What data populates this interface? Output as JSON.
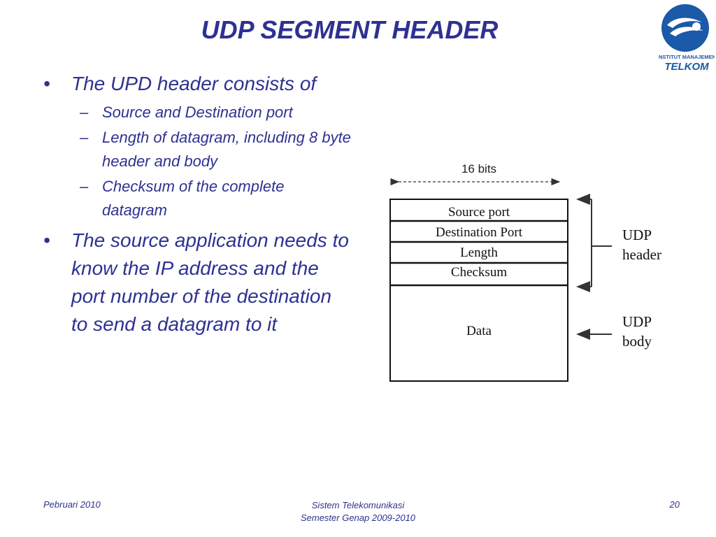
{
  "slide": {
    "title": "UDP SEGMENT HEADER",
    "logo": {
      "text_line1": "INSTITUT MANAJEMEN",
      "text_line2": "TELKOM",
      "color": "#1a5aa8"
    }
  },
  "bullets": [
    {
      "mark": "•",
      "text": "The UPD header consists of",
      "sub": [
        {
          "mark": "–",
          "text": "Source and Destination port"
        },
        {
          "mark": "–",
          "text": "Length of datagram, including 8 byte header and body"
        },
        {
          "mark": "–",
          "text": "Checksum of the complete datagram"
        }
      ]
    },
    {
      "mark": "•",
      "text": "The source application needs to  know the IP address and the port number of the destination to send a datagram to it",
      "sub": []
    }
  ],
  "diagram": {
    "width_label": "16 bits",
    "fields": [
      "Source port",
      "Destination Port",
      "Length",
      "Checksum",
      "Data"
    ],
    "header_label": [
      "UDP",
      "header"
    ],
    "body_label": [
      "UDP",
      "body"
    ]
  },
  "footer": {
    "left": "Pebruari 2010",
    "center_line1": "Sistem Telekomunikasi",
    "center_line2": "Semester Genap 2009-2010",
    "page": "20"
  }
}
